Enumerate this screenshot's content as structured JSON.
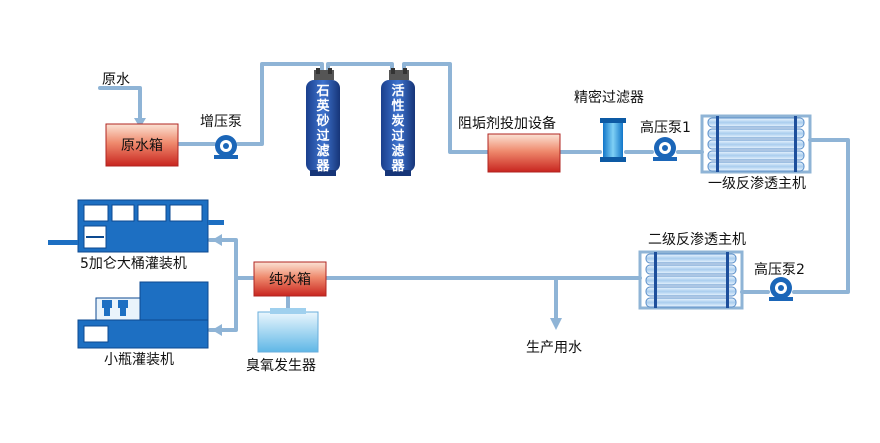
{
  "labels": {
    "raw_water": "原水",
    "raw_water_tank": "原水箱",
    "booster_pump": "增压泵",
    "quartz_filter": "石英砂过滤器",
    "carbon_filter": "活性炭过滤器",
    "scale_inhibitor": "阻垢剂投加设备",
    "precision_filter": "精密过滤器",
    "high_pressure_pump_1": "高压泵1",
    "ro_primary": "一级反渗透主机",
    "ro_secondary": "二级反渗透主机",
    "high_pressure_pump_2": "高压泵2",
    "pure_water_tank": "纯水箱",
    "ozone_generator": "臭氧发生器",
    "production_water": "生产用水",
    "barrel_filler": "5加仑大桶灌装机",
    "bottle_filler": "小瓶灌装机"
  },
  "colors": {
    "pipe": "#8fb4d6",
    "tank_red": "#d8322a",
    "vessel_blue": "#1f4fa8",
    "equipment_blue": "#1d6fc2",
    "pump": "#1b66b8"
  }
}
